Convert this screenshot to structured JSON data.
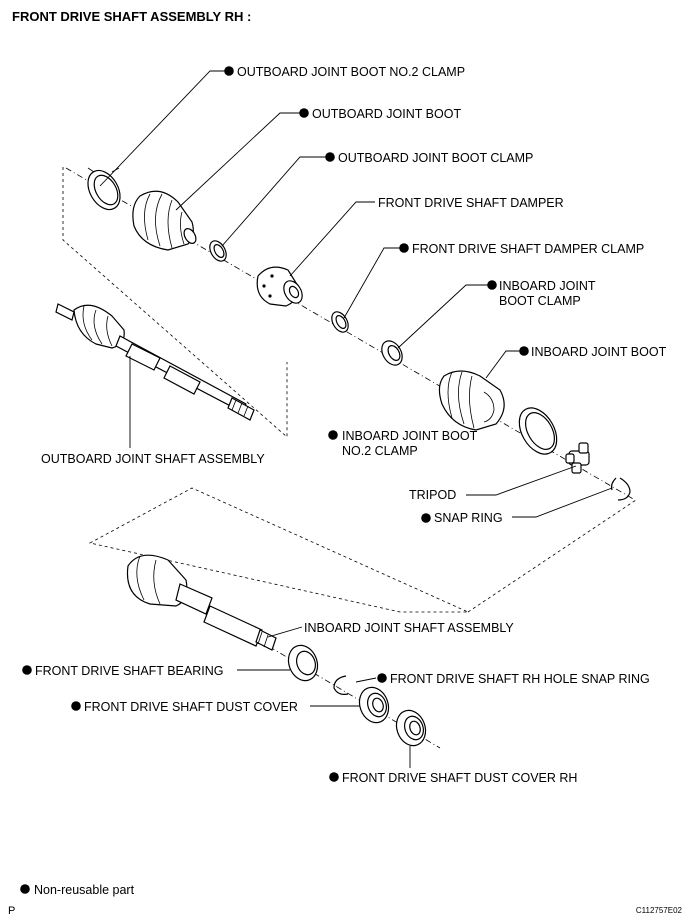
{
  "title": "FRONT DRIVE SHAFT ASSEMBLY RH :",
  "labels": {
    "outboard_boot_no2_clamp": "OUTBOARD JOINT BOOT NO.2 CLAMP",
    "outboard_boot": "OUTBOARD JOINT BOOT",
    "outboard_boot_clamp": "OUTBOARD JOINT BOOT CLAMP",
    "damper": "FRONT DRIVE SHAFT DAMPER",
    "damper_clamp": "FRONT DRIVE SHAFT DAMPER CLAMP",
    "inboard_boot_clamp_1": "INBOARD JOINT",
    "inboard_boot_clamp_2": "BOOT CLAMP",
    "inboard_boot": "INBOARD JOINT BOOT",
    "inboard_boot_no2_clamp_1": "INBOARD JOINT BOOT",
    "inboard_boot_no2_clamp_2": "NO.2 CLAMP",
    "outboard_shaft_assembly": "OUTBOARD JOINT SHAFT ASSEMBLY",
    "tripod": "TRIPOD",
    "snap_ring": "SNAP RING",
    "inboard_shaft_assembly": "INBOARD JOINT SHAFT ASSEMBLY",
    "bearing": "FRONT DRIVE SHAFT BEARING",
    "hole_snap_ring": "FRONT DRIVE SHAFT RH HOLE SNAP RING",
    "dust_cover": "FRONT DRIVE SHAFT DUST COVER",
    "dust_cover_rh": "FRONT DRIVE SHAFT DUST COVER RH"
  },
  "legend": {
    "non_reusable": "Non-reusable part"
  },
  "footer": {
    "left_mark": "P",
    "figure_code": "C112757E02"
  },
  "colors": {
    "ink": "#000000",
    "paper": "#ffffff"
  }
}
